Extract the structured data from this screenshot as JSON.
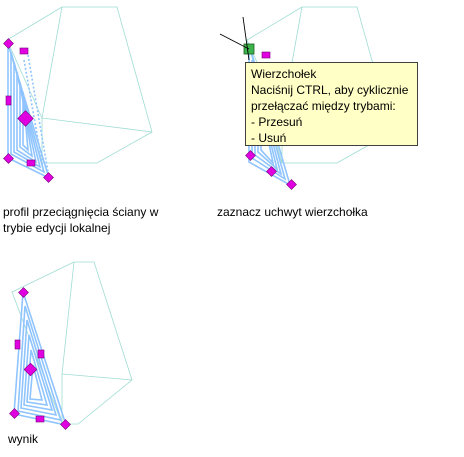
{
  "captions": {
    "panel1": "profil przeciągnięcia ściany w\ntrybie edycji lokalnej",
    "panel2": "zaznacz uchwyt wierzchołka",
    "panel3": "wynik"
  },
  "tooltip": {
    "title": "Wierzchołek",
    "line1": "Naciśnij CTRL, aby cyklicznie",
    "line2": "przełączać między trybami:",
    "option1": "- Przesuń",
    "option2": "- Usuń"
  },
  "colors": {
    "box": "#9fdcd3",
    "profile": "#8fc4ff",
    "grip": "#e000e0",
    "grip_border": "#7a007a",
    "selected_grip": "#3cb44b",
    "cursor": "#000000",
    "tooltip_bg": "#ffffc6"
  }
}
